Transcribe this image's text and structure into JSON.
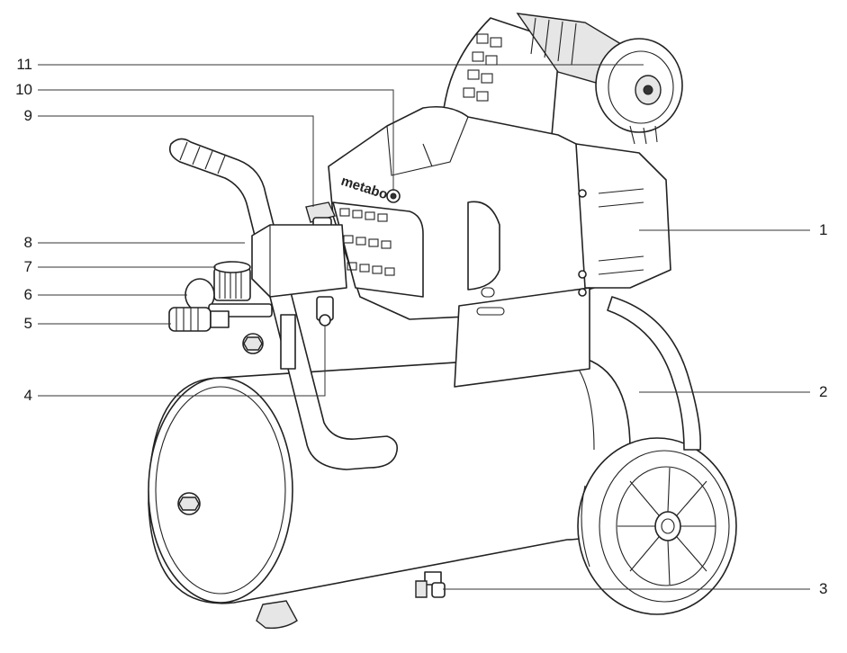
{
  "diagram": {
    "brand_logo": "metabo",
    "colors": {
      "line": "#222222",
      "fill": "#ffffff",
      "shade": "#e6e6e6"
    },
    "callouts": [
      {
        "id": "11",
        "label": "11",
        "side": "left"
      },
      {
        "id": "10",
        "label": "10",
        "side": "left"
      },
      {
        "id": "9",
        "label": "9",
        "side": "left"
      },
      {
        "id": "8",
        "label": "8",
        "side": "left"
      },
      {
        "id": "7",
        "label": "7",
        "side": "left"
      },
      {
        "id": "6",
        "label": "6",
        "side": "left"
      },
      {
        "id": "5",
        "label": "5",
        "side": "left"
      },
      {
        "id": "4",
        "label": "4",
        "side": "left"
      },
      {
        "id": "1",
        "label": "1",
        "side": "right"
      },
      {
        "id": "2",
        "label": "2",
        "side": "right"
      },
      {
        "id": "3",
        "label": "3",
        "side": "right"
      }
    ]
  }
}
